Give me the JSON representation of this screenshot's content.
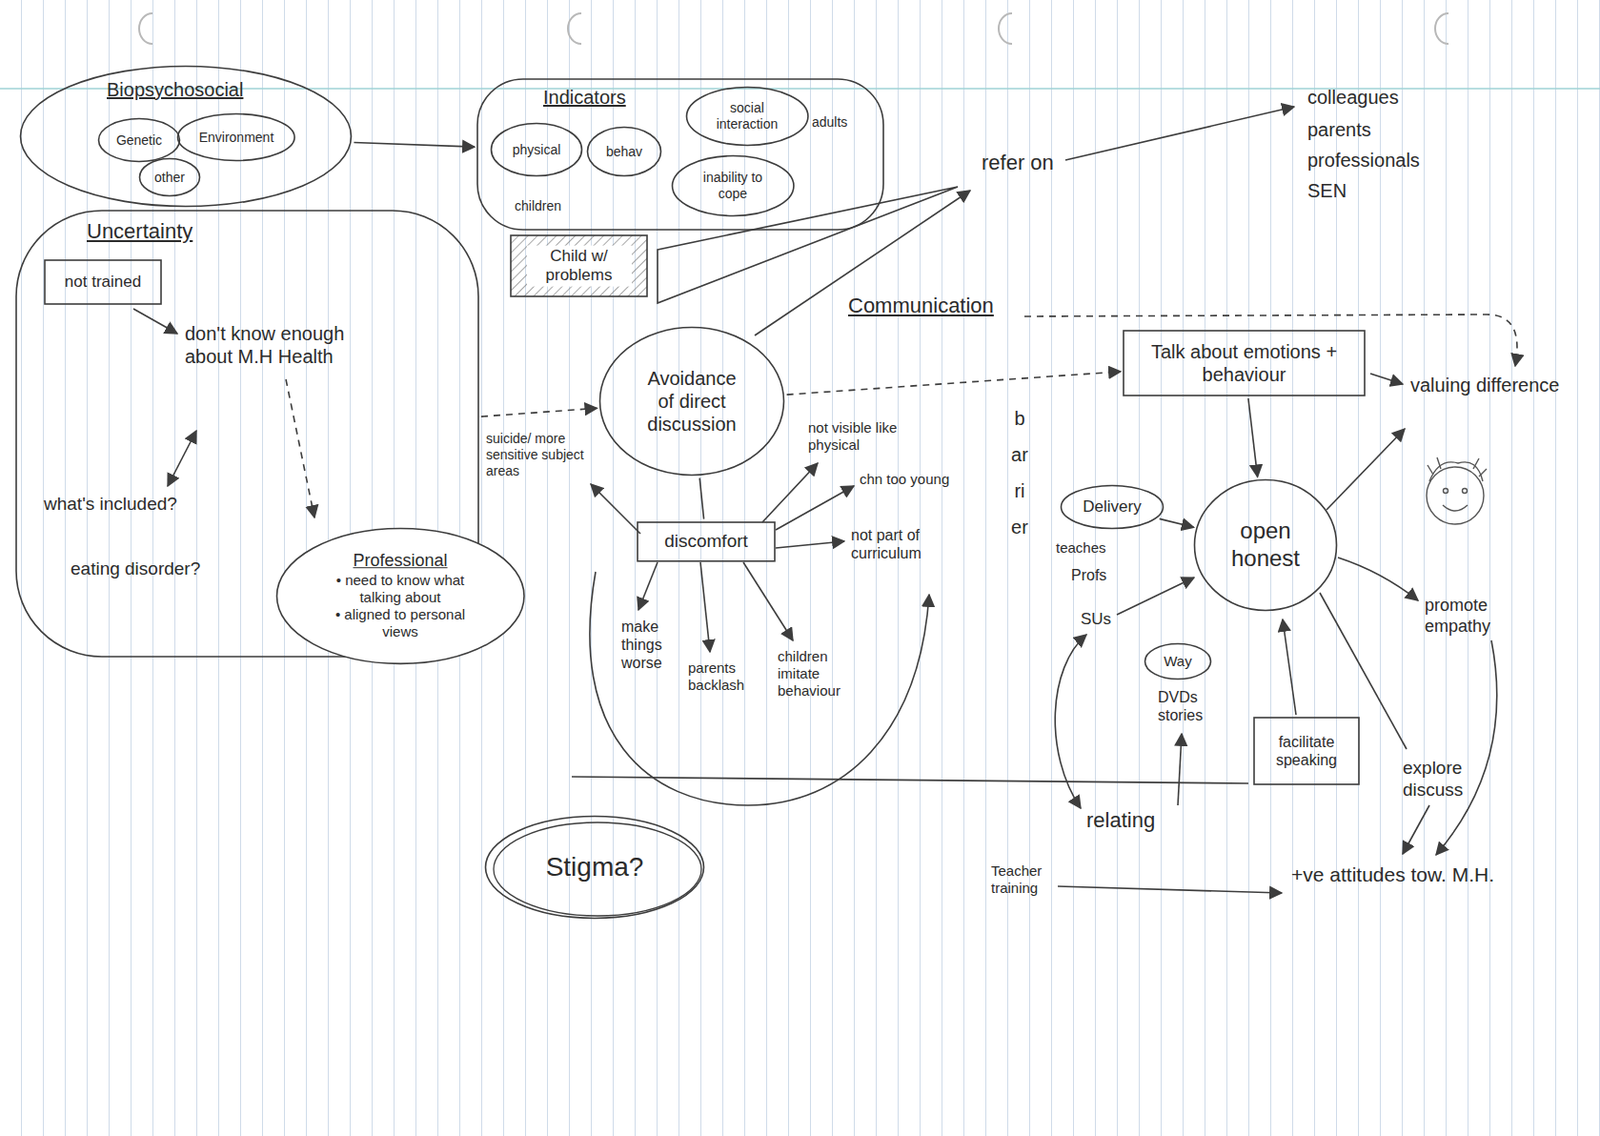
{
  "diagram": {
    "nodes": [
      {
        "text": [
          "Biopsychosocial"
        ]
      },
      {
        "text": [
          "Genetic"
        ],
        "in": 0
      },
      {
        "text": [
          "Environment"
        ],
        "in": 0
      },
      {
        "text": [
          "other"
        ],
        "in": 0
      },
      {
        "text": [
          "Indicators",
          "children",
          "adults"
        ]
      },
      {
        "text": [
          "physical"
        ],
        "in": 4
      },
      {
        "text": [
          "behav"
        ],
        "in": 4
      },
      {
        "text": [
          "social interaction"
        ],
        "in": 4
      },
      {
        "text": [
          "inability to cope"
        ],
        "in": 4
      },
      {
        "text": [
          "Child w/ problems"
        ]
      },
      {
        "text": [
          "Uncertainty",
          "don't know enough about M.H Health",
          "what's included?",
          "eating disorder?"
        ]
      },
      {
        "text": [
          "not trained"
        ],
        "in": 10
      },
      {
        "text": [
          "Professional",
          "• need to know what talking about",
          "• aligned to personal views"
        ]
      },
      {
        "text": [
          "Avoidance of direct discussion"
        ]
      },
      {
        "text": [
          "discomfort"
        ]
      },
      {
        "text": [
          "Talk about emotions + behaviour"
        ]
      },
      {
        "text": [
          "Delivery"
        ]
      },
      {
        "text": [
          "Way"
        ]
      },
      {
        "text": [
          "open honest"
        ]
      },
      {
        "text": [
          "facilitate speaking"
        ]
      },
      {
        "text": [
          "Stigma?"
        ]
      }
    ],
    "edges": [
      {
        "from": 0,
        "to": 4,
        "arrow": "to"
      },
      {
        "from": 10,
        "to": 13,
        "arrow": "to"
      },
      {
        "from": 13,
        "to": 14,
        "arrow": "none"
      },
      {
        "from": 13,
        "to": 15,
        "arrow": "to"
      },
      {
        "from": 15,
        "to": 18,
        "arrow": "to"
      },
      {
        "from": 16,
        "to": 18,
        "arrow": "to"
      }
    ],
    "labels": [
      "refer on",
      "colleagues",
      "parents",
      "professionals",
      "SEN",
      "Communication",
      "barrier",
      "suicide/ more sensitive subject areas",
      "not visible like physical",
      "chn too young",
      "not part of curriculum",
      "make things worse",
      "parents backlash",
      "children imitate behaviour",
      "valuing difference",
      "teaches",
      "Profs",
      "SUs",
      "DVDs stories",
      "promote empathy",
      "explore discuss",
      "relating",
      "Teacher training",
      "+ve attitudes tow. M.H."
    ]
  }
}
